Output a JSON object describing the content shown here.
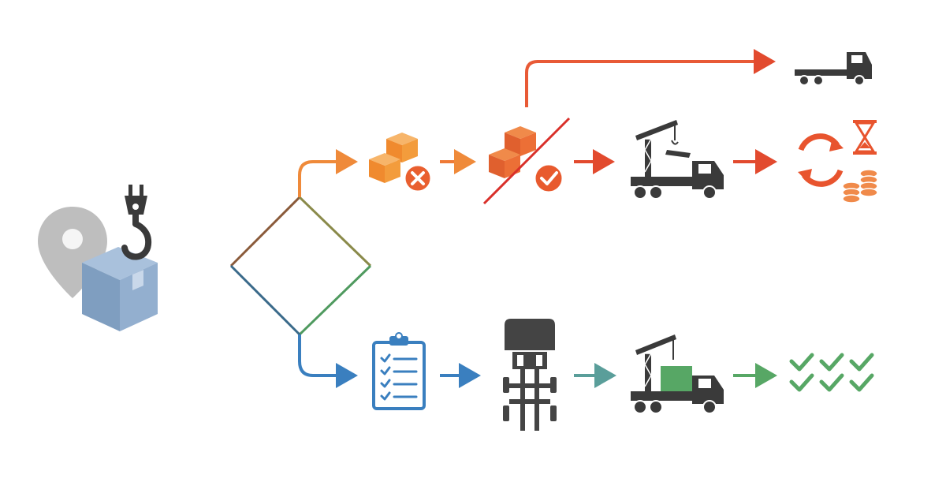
{
  "diagram": {
    "type": "flowchart",
    "start": {
      "icons": [
        "location-pin-icon",
        "crane-hook-icon",
        "package-box-icon"
      ]
    },
    "decision": {
      "shape": "diamond",
      "label": ""
    },
    "branches": [
      {
        "id": "rejected",
        "color": "#e8542e",
        "steps": [
          "boxes-rejected-icon",
          "boxes-approval-crossed-icon",
          "crane-truck-icon",
          "return-cycle-icon"
        ],
        "extra_icons": [
          "hourglass-icon",
          "coin-stack-icon"
        ],
        "exit": "flatbed-truck-icon"
      },
      {
        "id": "accepted",
        "color_start": "#3a7fbf",
        "color_end": "#4f9a5f",
        "steps": [
          "checklist-clipboard-icon",
          "truck-chassis-icon",
          "crane-truck-loaded-icon",
          "multiple-checkmarks-icon"
        ]
      }
    ],
    "colors": {
      "orange": "#ef8a3a",
      "red": "#e24a2e",
      "blue": "#3a7fbf",
      "teal": "#5a9e9a",
      "green": "#57a765",
      "dark": "#3a3a3a",
      "steel": "#7f9ec0"
    }
  }
}
